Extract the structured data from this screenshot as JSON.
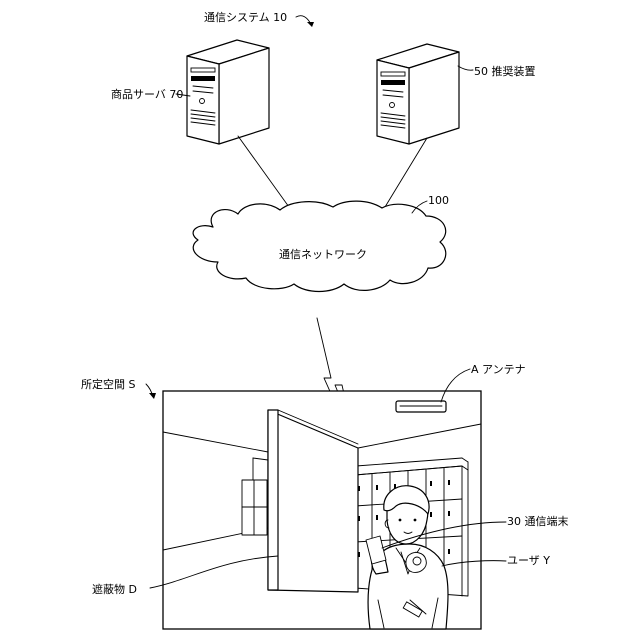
{
  "labels": {
    "system": "通信システム 10",
    "product_server": "商品サーバ 70",
    "recommendation_device": "50 推奨装置",
    "network_ref": "100",
    "network": "通信ネットワーク",
    "space": "所定空間 S",
    "antenna": "A アンテナ",
    "terminal": "30 通信端末",
    "user": "ユーザ Y",
    "obstacle": "遮蔽物 D"
  }
}
